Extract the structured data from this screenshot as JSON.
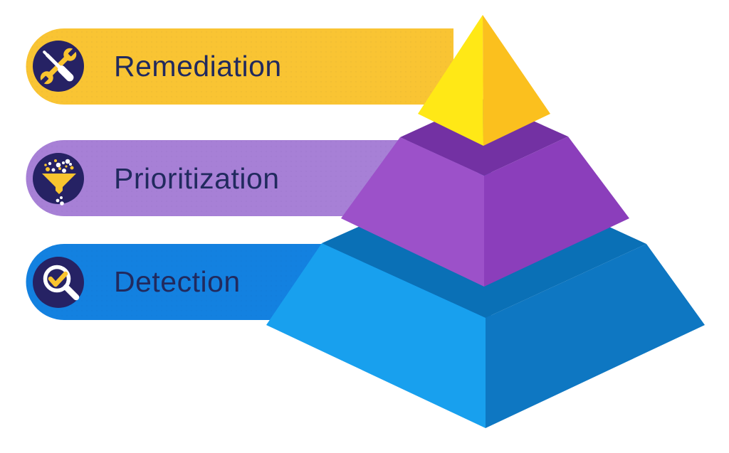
{
  "diagram": {
    "type": "3d-pyramid-layers",
    "layers": [
      {
        "label": "Remediation",
        "icon": "tools-icon",
        "band_color": "#F9C433",
        "pyramid_left_face": "#FFE816",
        "pyramid_right_face": "#FBC01E"
      },
      {
        "label": "Prioritization",
        "icon": "funnel-icon",
        "band_color": "#A780D6",
        "pyramid_left_face": "#9C51C9",
        "pyramid_right_face": "#8B3EBB",
        "pyramid_top_face": "#7331A3"
      },
      {
        "label": "Detection",
        "icon": "magnifier-check-icon",
        "band_color": "#1381E0",
        "pyramid_left_face": "#18A0EE",
        "pyramid_right_face": "#0E77C2",
        "pyramid_top_face": "#0A70B6"
      }
    ],
    "colors": {
      "icon_circle": "#262264",
      "icon_gold": "#F9C42F",
      "icon_white": "#FFFFFF",
      "label_text": "#212A5E",
      "background": "#FFFFFF"
    }
  }
}
